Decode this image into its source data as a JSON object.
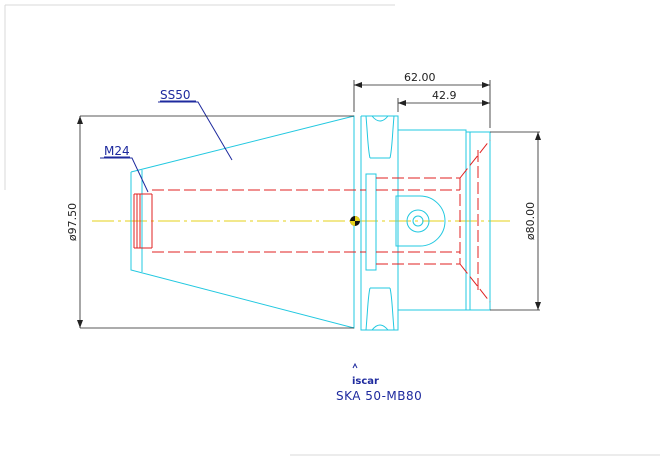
{
  "labels": {
    "taper": "SS50",
    "thread": "M24"
  },
  "dimensions": {
    "overall_length": "62.00",
    "flange_length": "42.9",
    "body_diameter": "ø97.50",
    "face_diameter": "ø80.00"
  },
  "logo": {
    "text": "iscar"
  },
  "caption": {
    "part_number": "SKA 50-MB80"
  },
  "colors": {
    "outline": "#22c8e0",
    "hidden": "#e02020",
    "dimension": "#222222",
    "leader": "#1e2a9e",
    "centerline": "#e6d21a"
  }
}
